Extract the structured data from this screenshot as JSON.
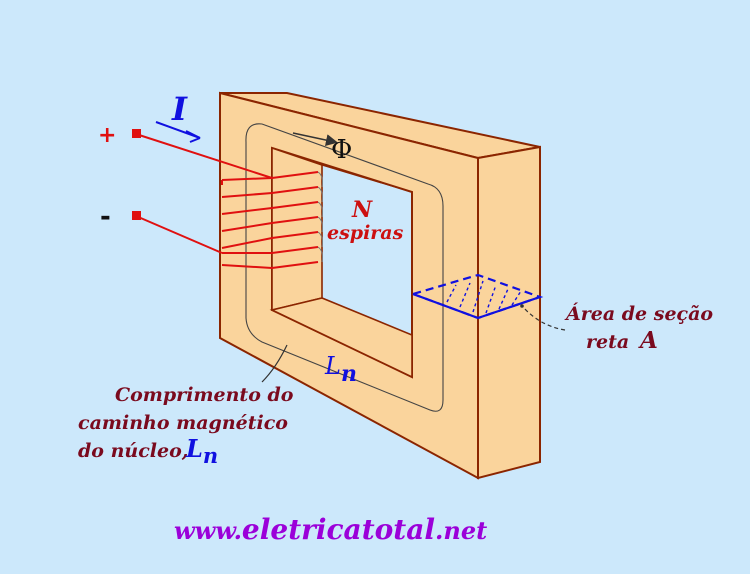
{
  "labels": {
    "current_symbol": "I",
    "plus_sign": "+",
    "minus_sign": "-",
    "flux_symbol": "Φ",
    "turns_symbol": "N",
    "turns_word": "espiras",
    "area_line1": "Área de seção",
    "area_line2": "reta",
    "area_symbol": "A",
    "path_symbol_letter": "L",
    "path_symbol_sub": "n",
    "path_line1": "Comprimento do",
    "path_line2": "caminho magnético",
    "path_line3": "do núcleo,",
    "path_symbol2_letter": "L",
    "path_symbol2_sub": "n"
  },
  "website": {
    "prefix": "www.",
    "domain": "eletricatotal",
    "suffix": ".net"
  },
  "colors": {
    "background": "#cce8fb",
    "core_face": "#fad49c",
    "core_outline": "#8b2500",
    "winding": "#e01010",
    "label_dark_red": "#7a0a1e",
    "label_blue": "#1010e0",
    "website": "#9b00d9"
  }
}
